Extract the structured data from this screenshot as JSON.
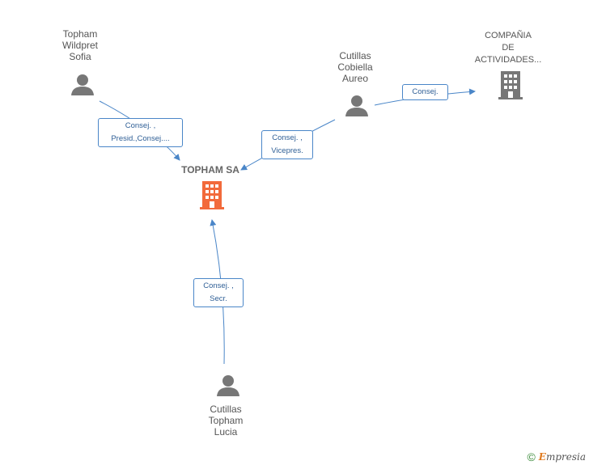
{
  "nodes": {
    "main": {
      "name": "TOPHAM SA"
    },
    "sofia": {
      "lines": [
        "Topham",
        "Wildpret",
        "Sofia"
      ]
    },
    "aureo": {
      "lines": [
        "Cutillas",
        "Cobiella",
        "Aureo"
      ]
    },
    "lucia": {
      "lines": [
        "Cutillas",
        "Topham",
        "Lucia"
      ]
    },
    "company": {
      "lines": [
        "COMPAÑIA",
        "DE",
        "ACTIVIDADES..."
      ]
    }
  },
  "edges": {
    "sofia_main": {
      "lines": [
        "Consej. ,",
        "Presid.,Consej...."
      ]
    },
    "aureo_main": {
      "lines": [
        "Consej. ,",
        "Vicepres."
      ]
    },
    "aureo_company": {
      "lines": [
        "Consej."
      ]
    },
    "lucia_main": {
      "lines": [
        "Consej. ,",
        "Secr."
      ]
    }
  },
  "colors": {
    "edge": "#4a86c8",
    "person": "#777777",
    "main_company": "#f26a3b",
    "other_company": "#777777"
  },
  "footer": {
    "copyright": "©",
    "brand_initial": "E",
    "brand_rest": "mpresia"
  }
}
